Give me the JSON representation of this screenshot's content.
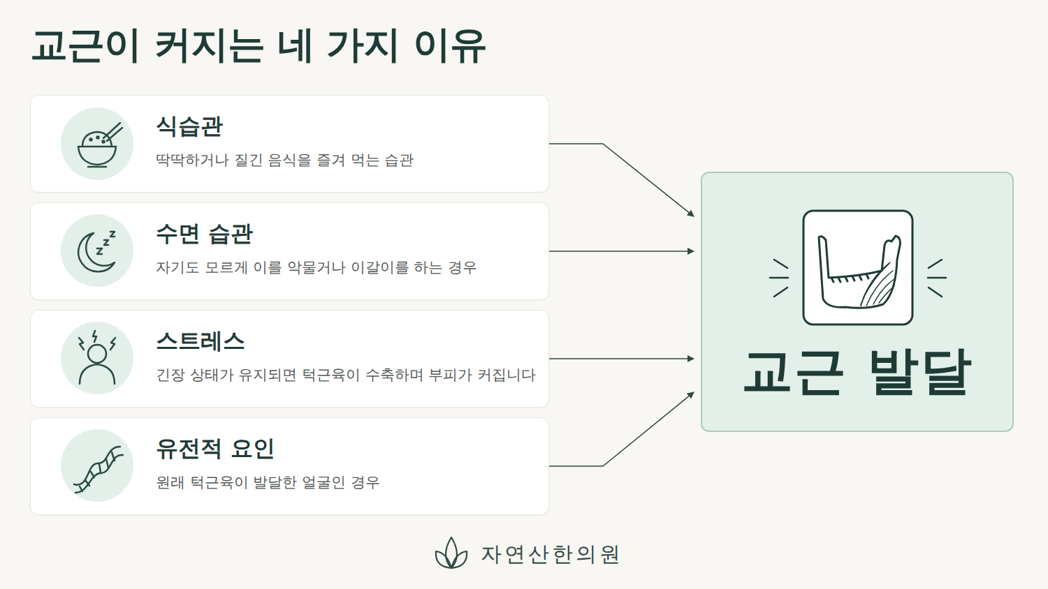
{
  "diagram": {
    "title": "교근이 커지는 네 가지 이유",
    "nodes": [
      {
        "text": [
          "식습관",
          "딱딱하거나 질긴 음식을 즐겨 먹는 습관"
        ]
      },
      {
        "text": [
          "수면 습관",
          "자기도 모르게 이를 악물거나 이갈이를 하는 경우"
        ]
      },
      {
        "text": [
          "스트레스",
          "긴장 상태가 유지되면 턱근육이 수축하며 부피가 커집니다"
        ]
      },
      {
        "text": [
          "유전적 요인",
          "원래 턱근육이 발달한 얼굴인 경우"
        ]
      },
      {
        "text": [
          "교근 발달"
        ]
      }
    ],
    "edges": [
      {
        "from": 0,
        "to": 4,
        "arrow": "to"
      },
      {
        "from": 1,
        "to": 4,
        "arrow": "to"
      },
      {
        "from": 2,
        "to": 4,
        "arrow": "to"
      },
      {
        "from": 3,
        "to": 4,
        "arrow": "to"
      }
    ],
    "labels": [
      "자연산한의원"
    ]
  }
}
